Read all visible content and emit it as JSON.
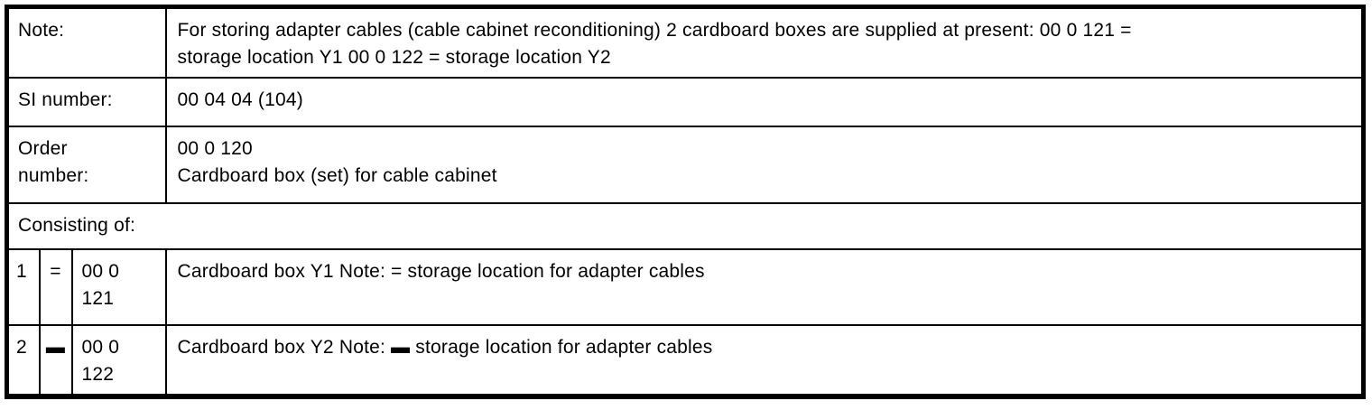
{
  "document": {
    "note": {
      "label": "Note:",
      "value": "For storing adapter cables (cable cabinet reconditioning) 2 cardboard boxes are supplied at present: 00 0 121 =\nstorage location Y1 00 0 122 = storage location Y2"
    },
    "si_number": {
      "label": "SI number:",
      "value": "00 04 04 (104)"
    },
    "order_number": {
      "label": "Order\nnumber:",
      "value": "00 0 120\nCardboard box (set) for cable cabinet"
    },
    "consisting_of": {
      "label": "Consisting of:"
    },
    "items": [
      {
        "no": "1",
        "symbol": "=",
        "part_number": "00 0\n121",
        "description": "Cardboard box Y1 Note: = storage location for adapter cables"
      },
      {
        "no": "2",
        "symbol": "▬",
        "part_number": "00 0\n122",
        "description": "Cardboard box Y2 Note: ▬ storage location for adapter cables"
      }
    ]
  }
}
